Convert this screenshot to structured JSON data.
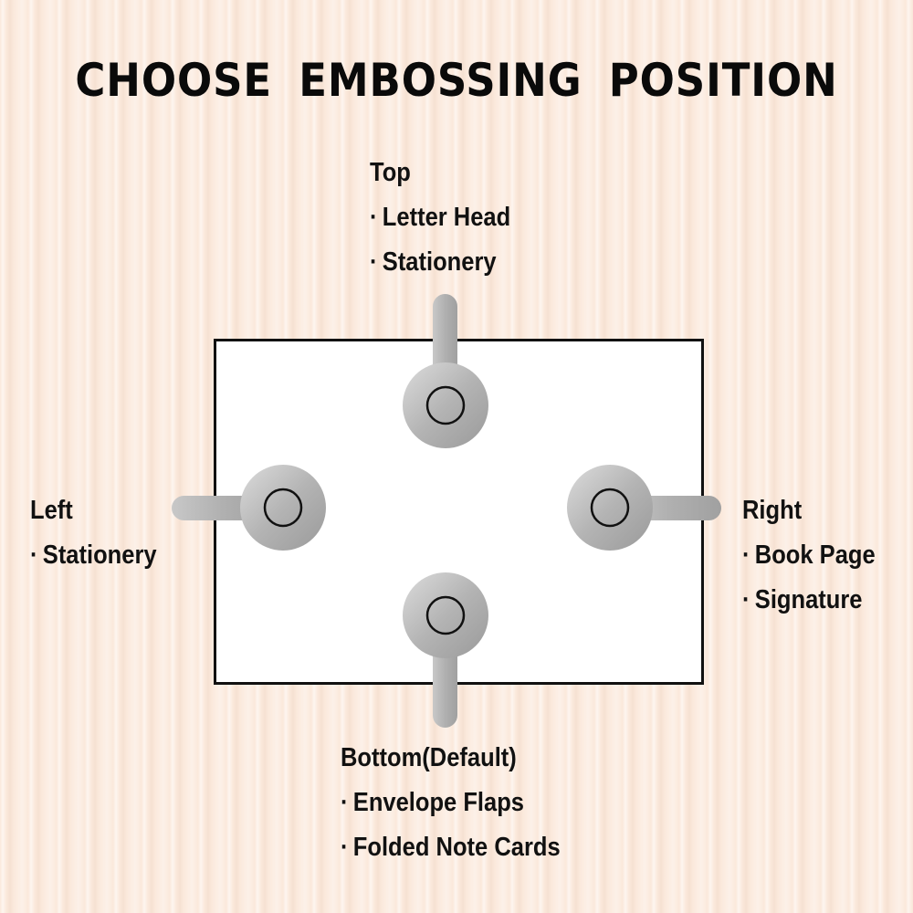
{
  "title": "CHOOSE  EMBOSSING  POSITION",
  "colors": {
    "background": "#fbe9dc",
    "card": "#ffffff",
    "card_border": "#111111",
    "metal_light": "#d2d2d2",
    "metal_dark": "#9a9a9a",
    "text": "#111111"
  },
  "positions": {
    "top": {
      "heading": "Top",
      "uses": [
        "Letter Head",
        "Stationery"
      ]
    },
    "left": {
      "heading": "Left",
      "uses": [
        "Stationery"
      ]
    },
    "right": {
      "heading": "Right",
      "uses": [
        "Book Page",
        "Signature"
      ]
    },
    "bottom": {
      "heading": "Bottom(Default)",
      "uses": [
        "Envelope Flaps",
        "Folded Note Cards"
      ]
    }
  },
  "bullet": "·",
  "icons": {
    "stamp": "embosser-stamp-icon"
  }
}
